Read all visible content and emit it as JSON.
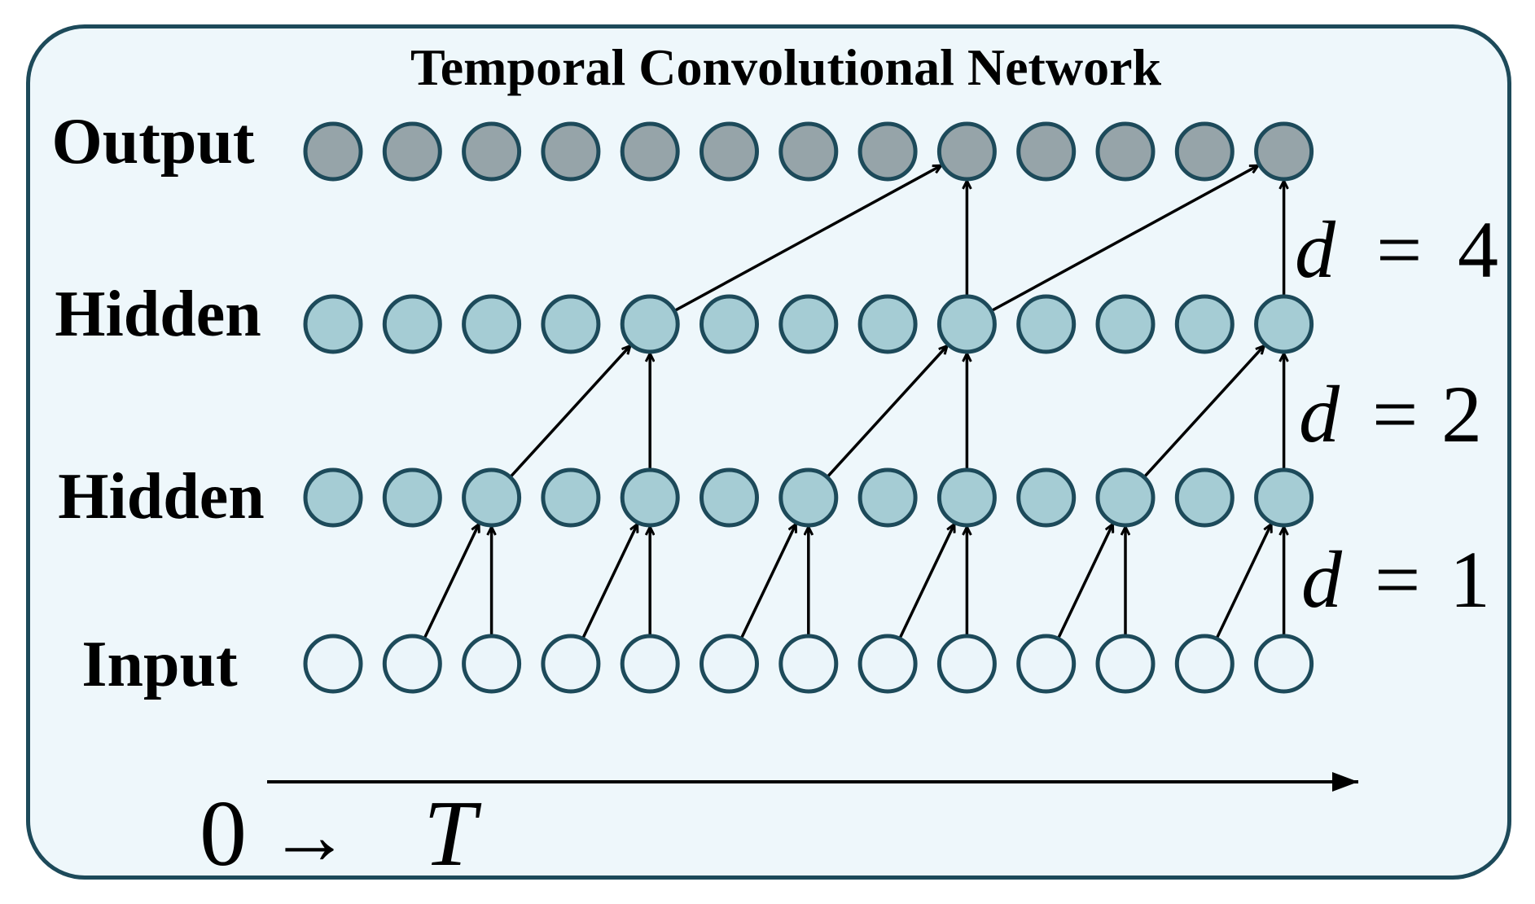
{
  "title": "Temporal Convolutional Network",
  "layers": [
    {
      "label": "Output",
      "fill": "#96a4a9"
    },
    {
      "label": "Hidden",
      "fill": "#a5ccd4"
    },
    {
      "label": "Hidden",
      "fill": "#a5ccd4"
    },
    {
      "label": "Input",
      "fill": "#ebf5fa"
    }
  ],
  "nodes_per_layer": 13,
  "node_stroke": "#1d4a5a",
  "dilations": [
    {
      "var": "d",
      "eq": "=",
      "value": "4"
    },
    {
      "var": "d",
      "eq": "=",
      "value": "2"
    },
    {
      "var": "d",
      "eq": "=",
      "value": "1"
    }
  ],
  "time_axis": {
    "start": "0",
    "arrow": "→",
    "end": "T"
  }
}
